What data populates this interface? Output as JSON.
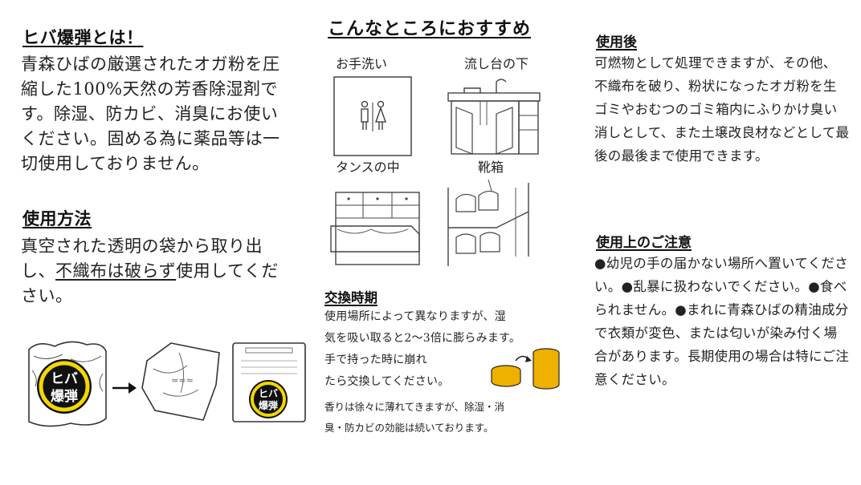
{
  "left": {
    "about_title": "ヒバ爆弾とは！",
    "about_body": "青森ひばの厳選されたオガ粉を圧縮した100%天然の芳香除湿剤です。除湿、防カビ、消臭にお使いください。固める為に薬品等は一切使用しておりません。",
    "usage_title": "使用方法",
    "usage_body_1": "真空された透明の袋から取り出し、",
    "usage_body_underline": "不織布は破らず",
    "usage_body_2": "使用してください。",
    "badge_line1": "ヒバ",
    "badge_line2": "爆弾"
  },
  "middle": {
    "title": "こんなところにおすすめ",
    "place_1": "お手洗い",
    "place_2": "流し台の下",
    "place_3": "タンスの中",
    "place_4": "靴箱",
    "exchange_title": "交換時期",
    "exchange_line1": "使用場所によって異なりますが、湿",
    "exchange_line2": "気を吸い取ると2〜3倍に膨らみます。",
    "exchange_line3": "手で持った時に崩れ",
    "exchange_line4": "たら交換してください。",
    "exchange_line5": "香りは徐々に薄れてきますが、除湿・消",
    "exchange_line6": "臭・防カビの効能は続いております。"
  },
  "right": {
    "after_title": "使用後",
    "after_body": "可燃物として処理できますが、その他、不織布を破り、粉状になったオガ粉を生ゴミやおむつのゴミ箱内にふりかけ臭い消しとして、また土壌改良材などとして最後の最後まで使用できます。",
    "caution_title": "使用上のご注意",
    "caution_body": "●幼児の手の届かない場所へ置いてください。●乱暴に扱わないでください。●食べられません。●まれに青森ひばの精油成分で衣類が変色、または匂いが染み付く場合があります。長期使用の場合は特にご注意ください。"
  },
  "colors": {
    "badge_yellow": "#f2d800",
    "cake_orange": "#f0b000"
  }
}
